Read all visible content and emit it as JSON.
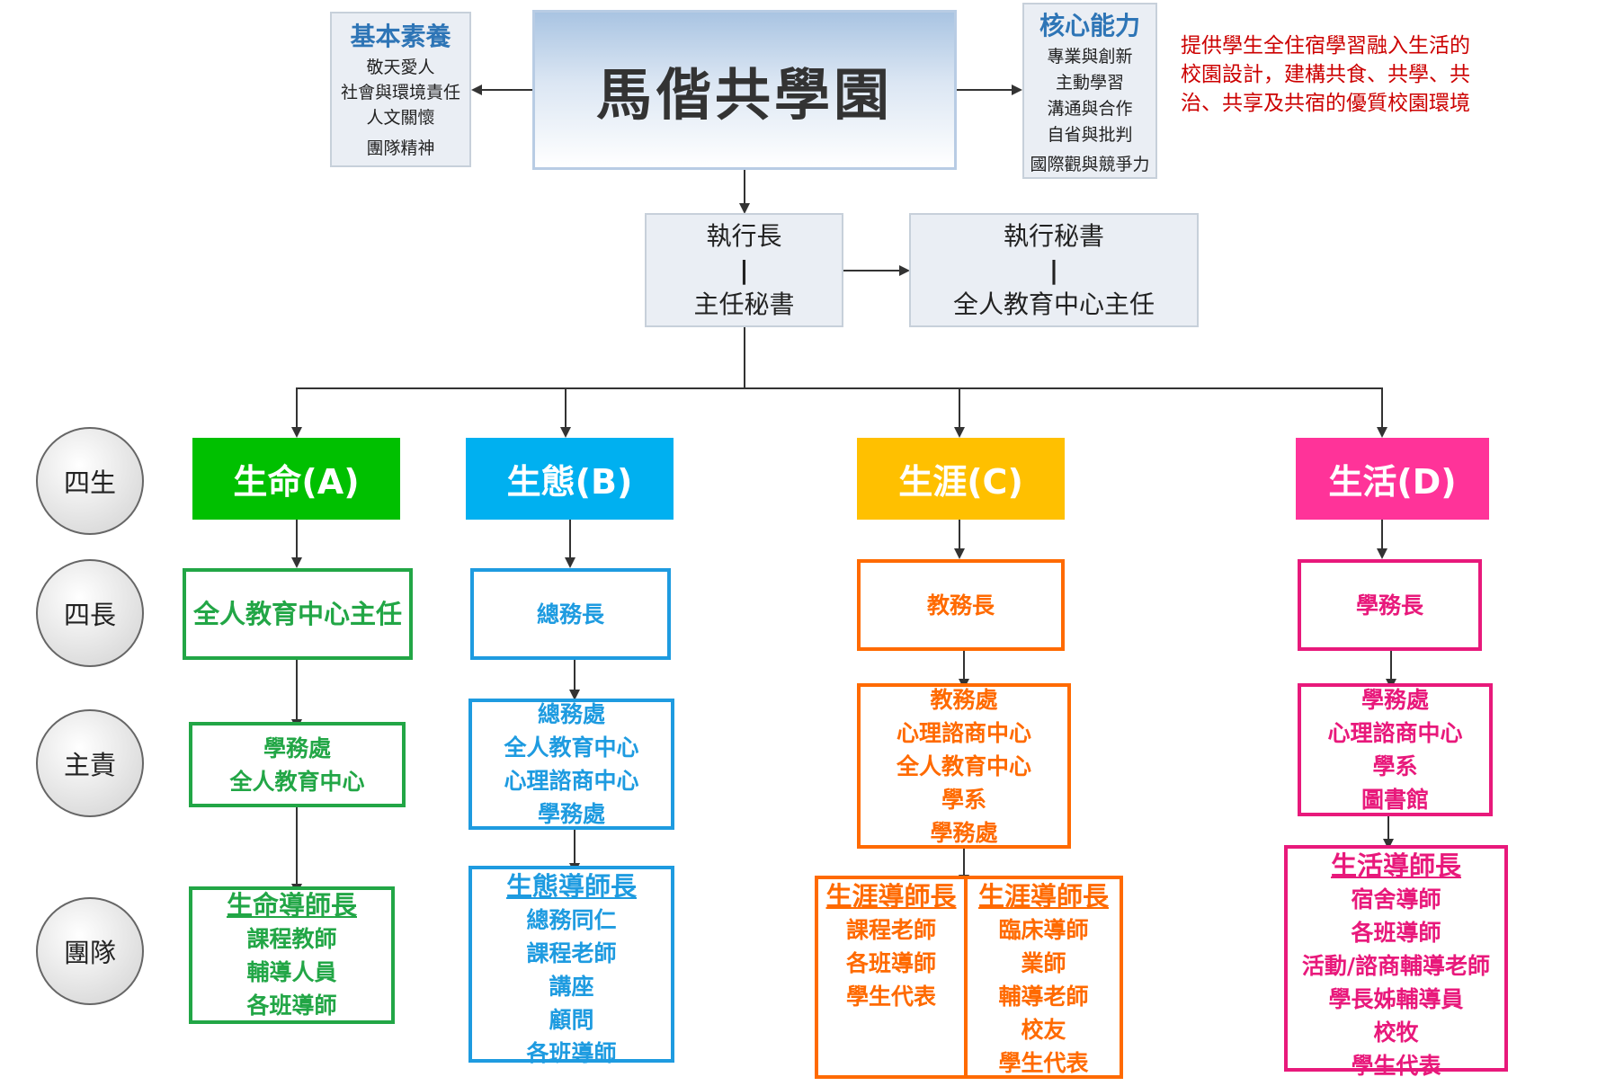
{
  "center_title": "馬偕共學園",
  "basic": {
    "title": "基本素養",
    "items": [
      "敬天愛人",
      "社會與環境責任",
      "人文關懷",
      "團隊精神"
    ]
  },
  "core": {
    "title": "核心能力",
    "items": [
      "專業與創新",
      "主動學習",
      "溝通與合作",
      "自省與批判",
      "國際觀與競爭力"
    ]
  },
  "note": "提供學生全住宿學習融入生活的校園設計，建構共食、共學、共治、共享及共宿的優質校園環境",
  "ceo": {
    "top": "執行長",
    "sep": "|",
    "bottom": "主任秘書"
  },
  "secretary": {
    "top": "執行秘書",
    "sep": "|",
    "bottom": "全人教育中心主任"
  },
  "row_labels": [
    "四生",
    "四長",
    "主責",
    "團隊"
  ],
  "colors": {
    "green": "#00c000",
    "blue": "#00b0f0",
    "orange": "#ffc000",
    "pink": "#ff3399",
    "green_text": "#22a646",
    "blue_text": "#1e9be0",
    "orange_text": "#ff6a00",
    "pink_text": "#e8197b",
    "red_note": "#cc0000"
  },
  "columns": [
    {
      "header": "生命(A)",
      "chief": "全人教育中心主任",
      "units": [
        "學務處",
        "全人教育中心"
      ],
      "team": {
        "title": "生命導師長",
        "items": [
          "課程教師",
          "輔導人員",
          "各班導師"
        ]
      }
    },
    {
      "header": "生態(B)",
      "chief": "總務長",
      "units": [
        "總務處",
        "全人教育中心",
        "心理諮商中心",
        "學務處"
      ],
      "team": {
        "title": "生態導師長",
        "items": [
          "總務同仁",
          "課程老師",
          "講座",
          "顧問",
          "各班導師"
        ]
      }
    },
    {
      "header": "生涯(C)",
      "chief": "教務長",
      "units": [
        "教務處",
        "心理諮商中心",
        "全人教育中心",
        "學系",
        "學務處"
      ],
      "team_left": {
        "title": "生涯導師長",
        "items": [
          "課程老師",
          "各班導師",
          "學生代表"
        ]
      },
      "team_right": {
        "title": "生涯導師長",
        "items": [
          "臨床導師",
          "業師",
          "輔導老師",
          "校友",
          "學生代表"
        ]
      }
    },
    {
      "header": "生活(D)",
      "chief": "學務長",
      "units": [
        "學務處",
        "心理諮商中心",
        "學系",
        "圖書館"
      ],
      "team": {
        "title": "生活導師長",
        "items": [
          "宿舍導師",
          "各班導師",
          "活動/諮商輔導老師",
          "學長姊輔導員",
          "校牧",
          "學生代表"
        ]
      }
    }
  ]
}
